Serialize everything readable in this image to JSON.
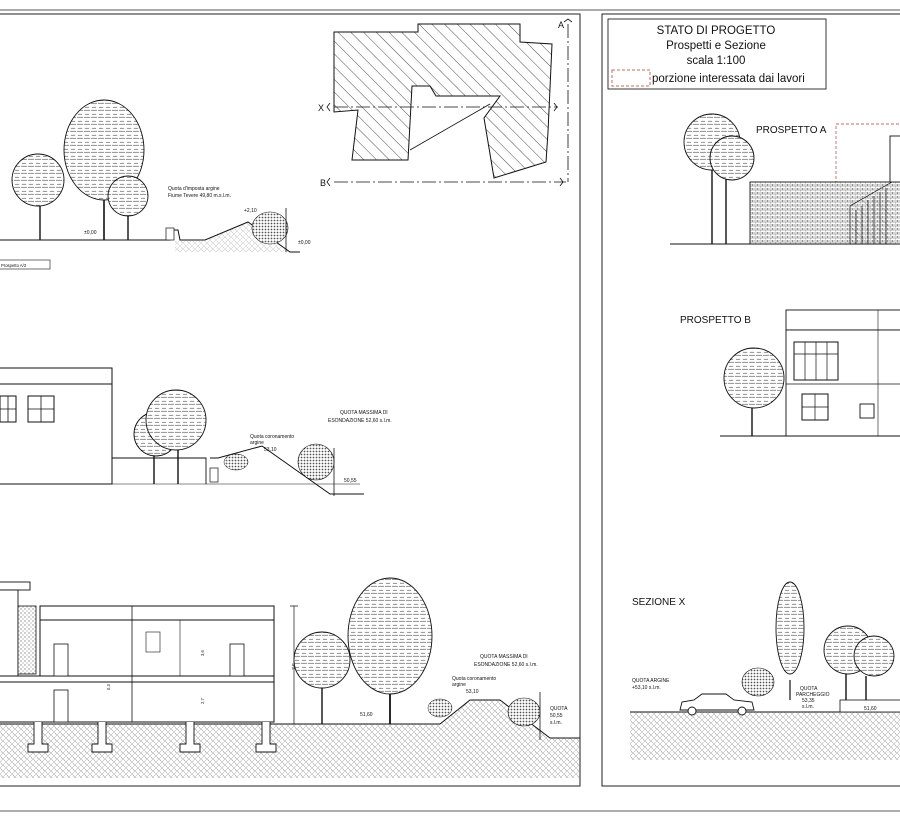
{
  "legend": {
    "title": "STATO DI PROGETTO",
    "line2": "Prospetti e Sezione",
    "line3": "scala 1:100",
    "swatch_label": "porzione interessata dai lavori",
    "swatch_color": "#c46a5a"
  },
  "keyplan": {
    "marker_a": "A",
    "marker_x": "X",
    "marker_b": "B"
  },
  "left_top": {
    "note_line1": "Quota d'imposta argine",
    "note_line2": "Fiume Tevere  49,80 m.s.l.m.",
    "level_top": "+2,10",
    "level_ground": "±0,00",
    "level_right": "±0,00",
    "tag": "Prospetto A/3"
  },
  "left_mid": {
    "note_crown_line1": "Quota coronamento",
    "note_crown_line2": "argine",
    "level_crown": "53,10",
    "note_max_line1": "QUOTA MASSIMA DI",
    "note_max_line2": "ESONDAZIONE  52,60  s.l.m.",
    "level_right": "50,55"
  },
  "left_bottom": {
    "note_max_line1": "QUOTA MASSIMA DI",
    "note_max_line2": "ESONDAZIONE 52,60 s.l.m.",
    "note_crown_line1": "Quota coronamento",
    "note_crown_line2": "argine",
    "level_crown": "53,10",
    "level_mid": "51,60",
    "level_right_line1": "QUOTA",
    "level_right_line2": "50,55",
    "level_right_line3": "s.l.m.",
    "dim_total": "7,5",
    "dim_upper": "3,6",
    "dim_lower": "2,7",
    "dim_mid": "0,3"
  },
  "right": {
    "prospetto_a": "PROSPETTO A",
    "prospetto_b": "PROSPETTO B",
    "sezione_x": "SEZIONE X",
    "quota_argine_line1": "QUOTA ARGINE",
    "quota_argine_line2": "+53,10 s.l.m.",
    "quota_park_line1": "QUOTA",
    "quota_park_line2": "PARCHEGGIO",
    "quota_park_line3": "53,35",
    "quota_park_line4": "s.l.m.",
    "level_small": "51,60"
  },
  "colors": {
    "line": "#111111",
    "hatch": "#333333",
    "frame": "#222222"
  }
}
